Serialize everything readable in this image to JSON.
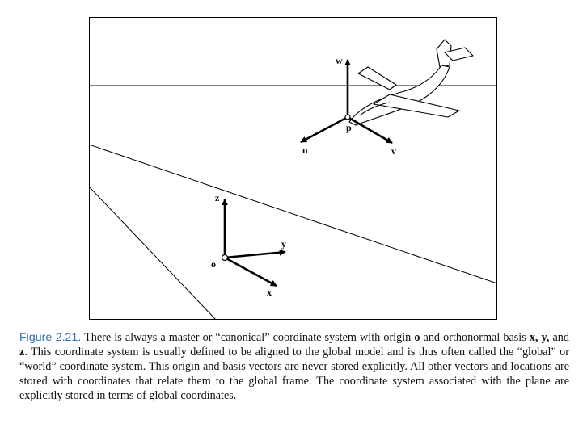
{
  "figure": {
    "labels": {
      "w": "w",
      "p": "p",
      "u": "u",
      "v": "v",
      "z": "z",
      "y": "y",
      "o": "o",
      "x": "x"
    }
  },
  "caption": {
    "figure_label": "Figure 2.21.",
    "text_1": "There is always a master or “canonical” coordinate system with origin ",
    "bold_o": "o",
    "text_2": " and orthonormal basis ",
    "bold_xy": "x, y,",
    "text_3": " and ",
    "bold_z": "z",
    "text_4": ". This coordinate system is usually defined to be aligned to the global model and is thus often called the “global” or “world” coordinate system. This origin and basis vectors are never stored explicitly. All other vectors and locations are stored with coordinates that relate them to the global frame. The coordinate system associated with the plane are explicitly stored in terms of global coordinates."
  }
}
